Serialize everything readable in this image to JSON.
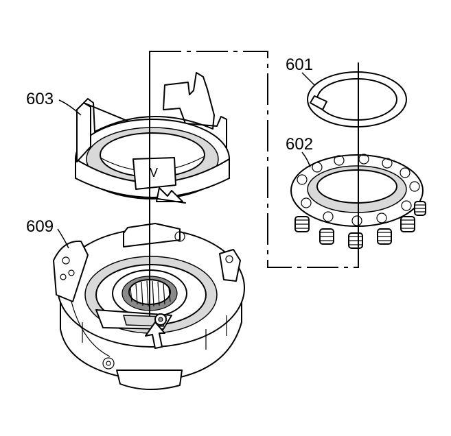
{
  "labels": {
    "p601": "601",
    "p602": "602",
    "p603": "603",
    "p609": "609"
  },
  "v_mark": "V",
  "colors": {
    "line": "#000000",
    "shade": "#d9d9d9",
    "background": "#ffffff"
  }
}
